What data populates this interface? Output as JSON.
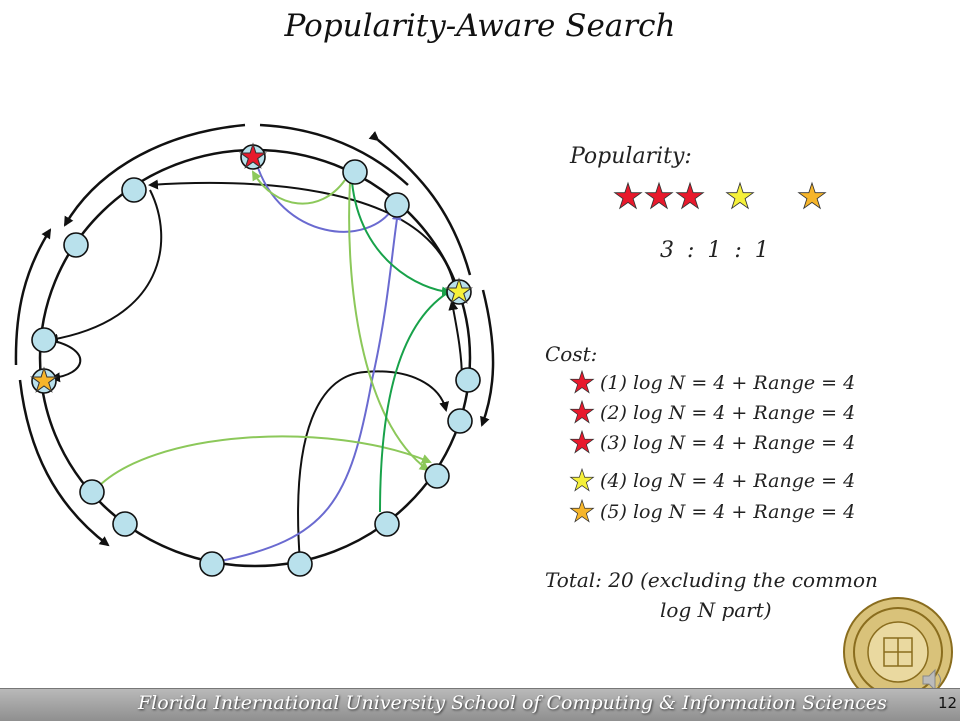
{
  "title": "Popularity-Aware Search",
  "popularity": {
    "label": "Popularity:",
    "ratio": "3 : 1 : 1",
    "star_groups": [
      {
        "count": 3,
        "color": "#e8192c"
      },
      {
        "count": 1,
        "color": "#f5f03a"
      },
      {
        "count": 1,
        "color": "#f6b52a"
      }
    ]
  },
  "cost": {
    "label": "Cost:",
    "rows": [
      {
        "text": "(1) log N = 4 + Range = 4",
        "star_color": "#e8192c"
      },
      {
        "text": "(2) log N = 4 + Range = 4",
        "star_color": "#e8192c"
      },
      {
        "text": "(3) log N = 4 + Range = 4",
        "star_color": "#e8192c"
      },
      {
        "text": "(4) log N = 4 + Range = 4",
        "star_color": "#f5f03a"
      },
      {
        "text": "(5) log N = 4 + Range = 4",
        "star_color": "#f6b52a"
      }
    ]
  },
  "total": {
    "line1": "Total: 20 (excluding the common",
    "line2": "log N part)"
  },
  "footer": {
    "text": "Florida International University School of Computing & Information Sciences",
    "page_number": "12"
  },
  "colors": {
    "node_fill": "#b9e1ec",
    "blue_link": "#6a6ad0",
    "green_link": "#18a24a",
    "light_green_link": "#8cc85a",
    "black_link": "#111111"
  }
}
